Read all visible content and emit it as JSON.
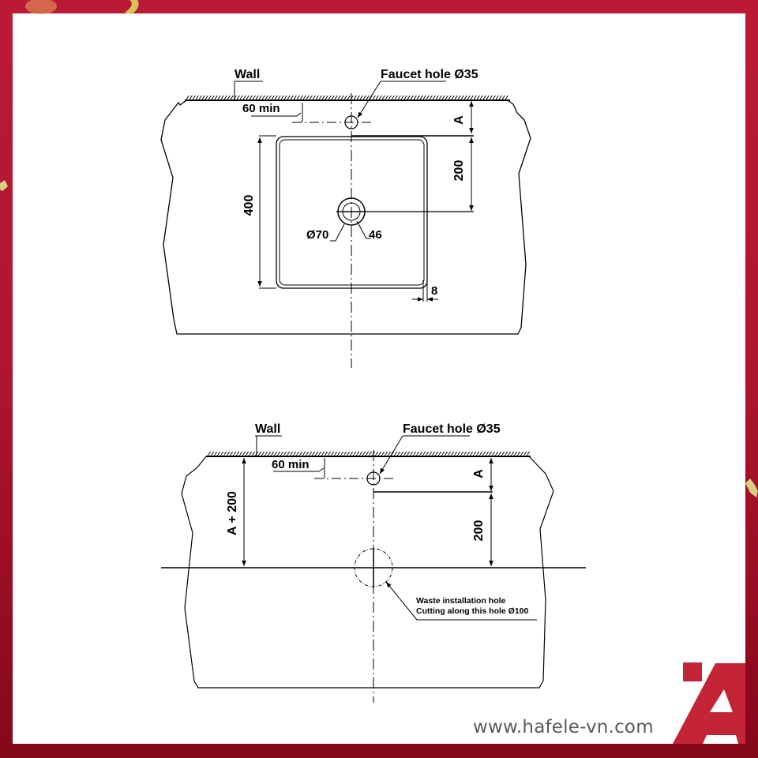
{
  "colors": {
    "frame_bg_top": "#bb1a36",
    "frame_bg_bottom": "#85071a",
    "drawing_line": "#000000",
    "logo_red": "#c42536",
    "url_text": "#5a5a5a",
    "confetti_gold": "#d9c35a"
  },
  "top_view": {
    "wall_label": "Wall",
    "faucet_label": "Faucet hole Ø35",
    "min_distance_label": "60 min",
    "dim_a_label": "A",
    "dim_200_label": "200",
    "dim_400_label": "400",
    "drain_outer_label": "Ø70",
    "drain_inner_label": "46",
    "rim_label": "8"
  },
  "cutout_view": {
    "wall_label": "Wall",
    "faucet_label": "Faucet hole Ø35",
    "min_distance_label": "60 min",
    "dim_a_label": "A",
    "dim_200_label": "200",
    "dim_a_plus_200_label": "A + 200",
    "waste_note_line1": "Waste installation hole",
    "waste_note_line2": "Cutting along this hole Ø100"
  },
  "branding": {
    "website": "www.hafele-vn.com",
    "logo_icon": "hafele-a-logo"
  }
}
